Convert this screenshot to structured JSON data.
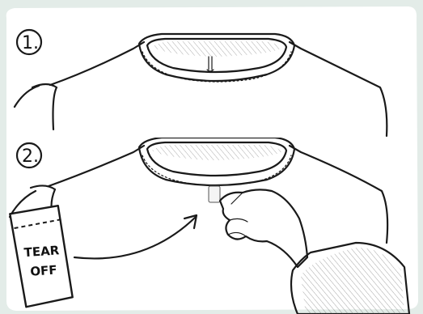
{
  "steps": [
    {
      "number": "1."
    },
    {
      "number": "2."
    }
  ],
  "tag": {
    "line1": "TEAR",
    "line2": "OFF"
  },
  "colors": {
    "background": "#e3ece8",
    "paper": "#ffffff",
    "ink": "#1a1a1a"
  }
}
